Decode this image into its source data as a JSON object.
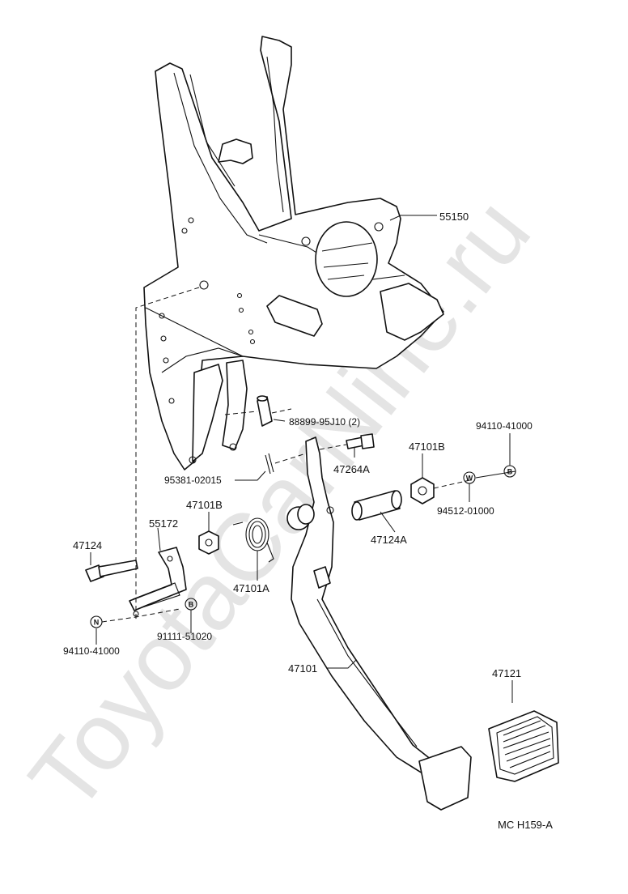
{
  "watermark": "ToyotaCarNine.ru",
  "diagram_code": "MC H159-A",
  "callouts": {
    "c55150": "55150",
    "c88899": "88899-95J10 (2)",
    "c94110_top": "94110-41000",
    "c47101b_right": "47101B",
    "c47264a": "47264A",
    "c95381": "95381-02015",
    "c94512": "94512-01000",
    "c47101b_left": "47101B",
    "c55172": "55172",
    "c47124a": "47124A",
    "c47124": "47124",
    "c47101a": "47101A",
    "c94110_bottom": "94110-41000",
    "c91111": "91111-51020",
    "c47101": "47101",
    "c47121": "47121"
  },
  "symbols": {
    "b_top": "B",
    "w": "W",
    "b_bottom": "B",
    "n": "N"
  }
}
